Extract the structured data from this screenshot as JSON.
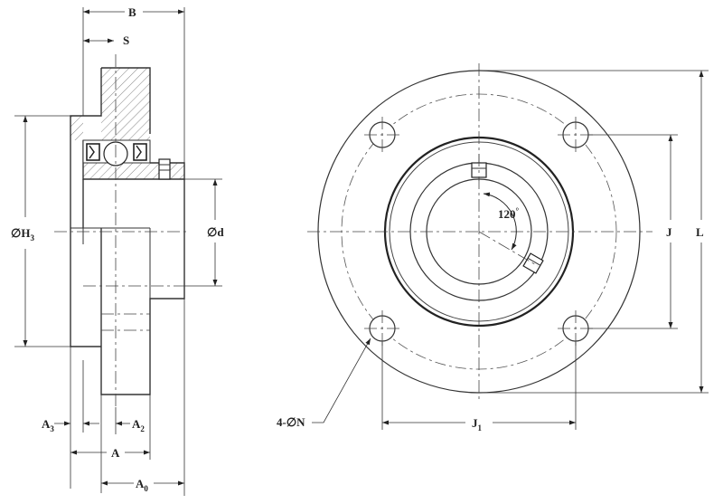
{
  "labels": {
    "B": "B",
    "S": "S",
    "H3_prefix": "∅H",
    "H3_sub": "3",
    "d": "∅d",
    "A3": "A",
    "A3_sub": "3",
    "A2": "A",
    "A2_sub": "2",
    "A": "A",
    "A0": "A",
    "A0_sub": "0",
    "J": "J",
    "L": "L",
    "J1": "J",
    "J1_sub": "1",
    "N": "4-∅N",
    "angle": "120",
    "angle_unit": "°"
  }
}
